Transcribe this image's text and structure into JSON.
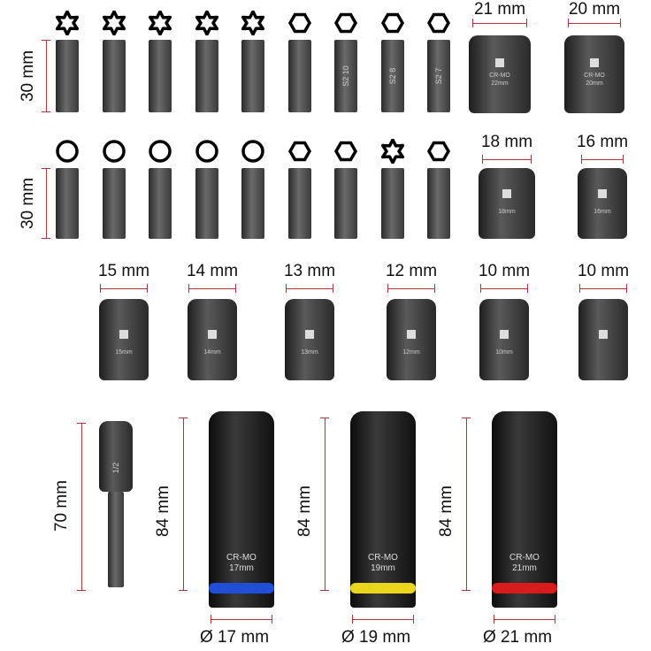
{
  "bit_rows": [
    {
      "dimension": "30 mm",
      "tips": [
        "torx",
        "torx",
        "torx",
        "torx",
        "torx",
        "hex",
        "hex",
        "hex",
        "hex"
      ],
      "bit_labels": [
        "",
        "",
        "",
        "",
        "",
        "",
        "S2 10",
        "S2 8",
        "S2 7"
      ]
    },
    {
      "dimension": "30 mm",
      "tips": [
        "spline",
        "spline",
        "spline",
        "spline",
        "spline",
        "hex",
        "hex",
        "torx",
        "hex"
      ],
      "bit_labels": [
        "",
        "",
        "",
        "",
        "",
        "",
        "",
        "",
        ""
      ]
    }
  ],
  "sockets_top": [
    {
      "size": "21 mm",
      "brand_text": "CR-MO",
      "mark": "22mm"
    },
    {
      "size": "20 mm",
      "brand_text": "CR-MO",
      "mark": "20mm"
    },
    {
      "size": "18 mm",
      "brand_text": "",
      "mark": "18mm"
    },
    {
      "size": "16 mm",
      "brand_text": "",
      "mark": "16mm"
    }
  ],
  "sockets_row3": [
    {
      "size": "15 mm",
      "mark": "15mm"
    },
    {
      "size": "14 mm",
      "mark": "14mm"
    },
    {
      "size": "13 mm",
      "mark": "13mm"
    },
    {
      "size": "12 mm",
      "mark": "12mm"
    },
    {
      "size": "10 mm",
      "mark": "10mm"
    },
    {
      "size": "10 mm",
      "mark": ""
    }
  ],
  "adapter": {
    "length": "70 mm",
    "mark": "1/2"
  },
  "long_sockets": [
    {
      "length": "84 mm",
      "diameter": "Ø 17 mm",
      "brand_text": "CR-MO",
      "mark": "17mm",
      "ring_color": "#1f4fd8"
    },
    {
      "length": "84 mm",
      "diameter": "Ø 19 mm",
      "brand_text": "CR-MO",
      "mark": "19mm",
      "ring_color": "#e8d51c"
    },
    {
      "length": "84 mm",
      "diameter": "Ø 21 mm",
      "brand_text": "CR-MO",
      "mark": "21mm",
      "ring_color": "#d81c1c"
    }
  ],
  "colors": {
    "dimension_line": "#b0353a"
  }
}
